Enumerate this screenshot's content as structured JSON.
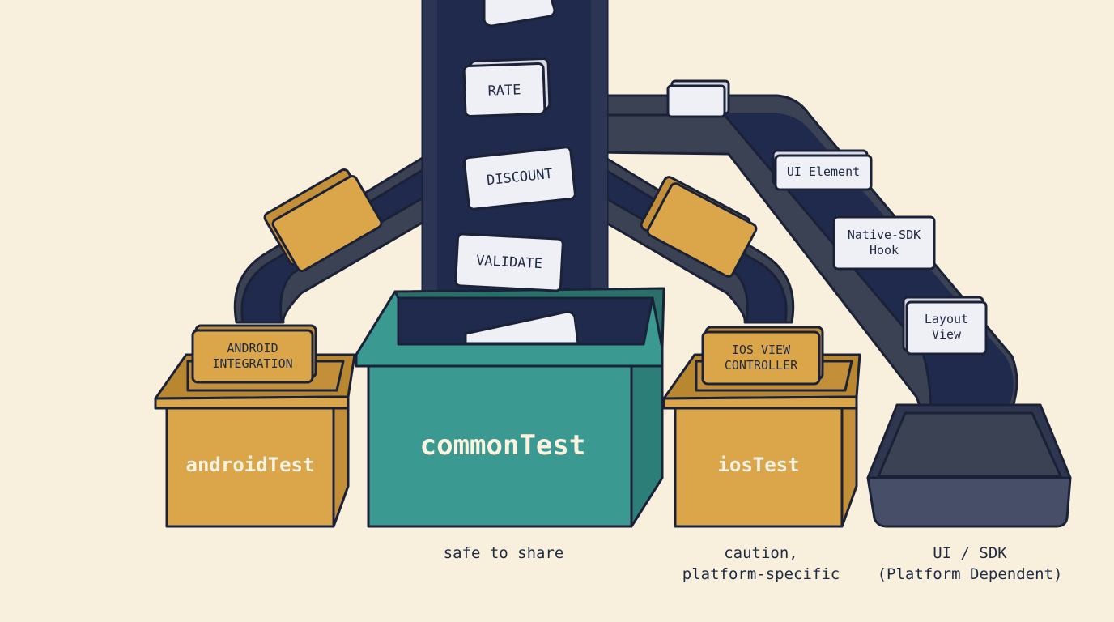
{
  "colors": {
    "background": "#f8f0dc",
    "chute": "#1f2a4d",
    "outline": "#1b2238",
    "common_bin": "#3a9a91",
    "platform_bin": "#dba54a",
    "sdk_bin": "#474f68",
    "card": "#eef0f6"
  },
  "chute_cards": [
    "RATE",
    "DISCOUNT",
    "VALIDATE"
  ],
  "sdk_cards": [
    "UI Element",
    "Native-SDK\nHook",
    "Layout\nView"
  ],
  "platform_cards": {
    "android": "ANDROID\nINTEGRATION",
    "ios": "IOS VIEW\nCONTROLLER"
  },
  "bins": {
    "android": "androidTest",
    "common": "commonTest",
    "ios": "iosTest"
  },
  "captions": {
    "common": "safe to share",
    "ios": "caution,\nplatform-specific",
    "sdk": "UI / SDK\n(Platform Dependent)"
  }
}
